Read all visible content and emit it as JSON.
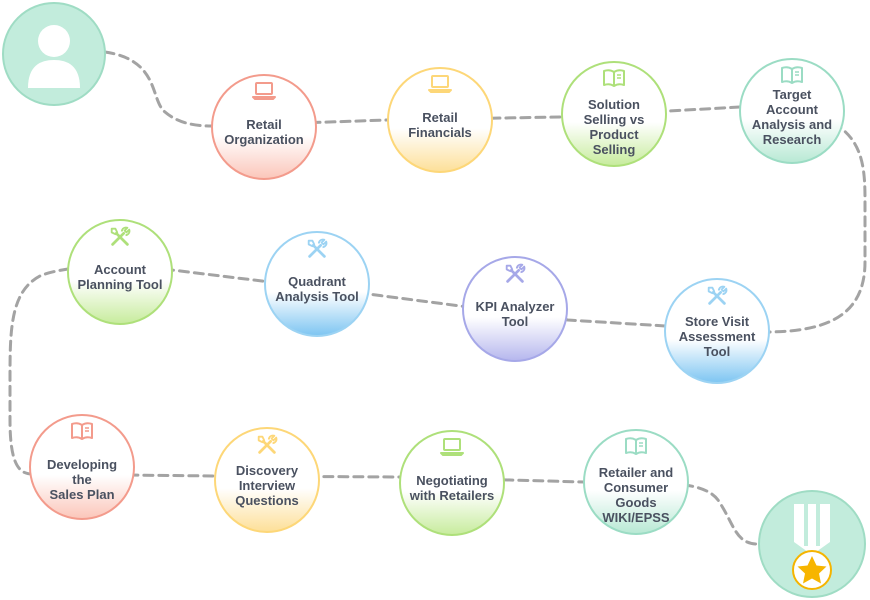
{
  "nodes": [
    {
      "id": "retail-organization",
      "label": "Retail\nOrganization",
      "color": "red",
      "icon": "laptop-icon"
    },
    {
      "id": "retail-financials",
      "label": "Retail\nFinancials",
      "color": "orange",
      "icon": "laptop-icon"
    },
    {
      "id": "solution-selling",
      "label": "Solution\nSelling vs\nProduct Selling",
      "color": "green",
      "icon": "book-icon"
    },
    {
      "id": "target-account-analysis",
      "label": "Target\nAccount\nAnalysis and\nResearch",
      "color": "teal",
      "icon": "book-icon"
    },
    {
      "id": "store-visit-assessment-tool",
      "label": "Store Visit\nAssessment\nTool",
      "color": "blue",
      "icon": "tools-icon"
    },
    {
      "id": "kpi-analyzer-tool",
      "label": "KPI Analyzer\nTool",
      "color": "purple",
      "icon": "tools-icon"
    },
    {
      "id": "quadrant-analysis-tool",
      "label": "Quadrant\nAnalysis Tool",
      "color": "blue",
      "icon": "tools-icon"
    },
    {
      "id": "account-planning-tool",
      "label": "Account\nPlanning Tool",
      "color": "green",
      "icon": "tools-icon"
    },
    {
      "id": "developing-sales-plan",
      "label": "Developing the\nSales Plan",
      "color": "red",
      "icon": "book-icon"
    },
    {
      "id": "discovery-interview-questions",
      "label": "Discovery\nInterview\nQuestions",
      "color": "orange",
      "icon": "tools-icon"
    },
    {
      "id": "negotiating-with-retailers",
      "label": "Negotiating\nwith Retailers",
      "color": "green",
      "icon": "laptop-icon"
    },
    {
      "id": "retailer-consumer-goods-wiki",
      "label": "Retailer and\nConsumer Goods\nWIKI/EPSS",
      "color": "teal",
      "icon": "book-icon"
    }
  ],
  "start": {
    "icon": "user-avatar-icon"
  },
  "finish": {
    "icon": "medal-star-icon"
  },
  "colors": {
    "red": "#f39b8c",
    "orange": "#fdd778",
    "green": "#aee07a",
    "teal": "#9bdcc4",
    "blue": "#9cd3f3",
    "purple": "#a6a8e8",
    "path": "#a3a3a3",
    "text": "#4a5160"
  }
}
